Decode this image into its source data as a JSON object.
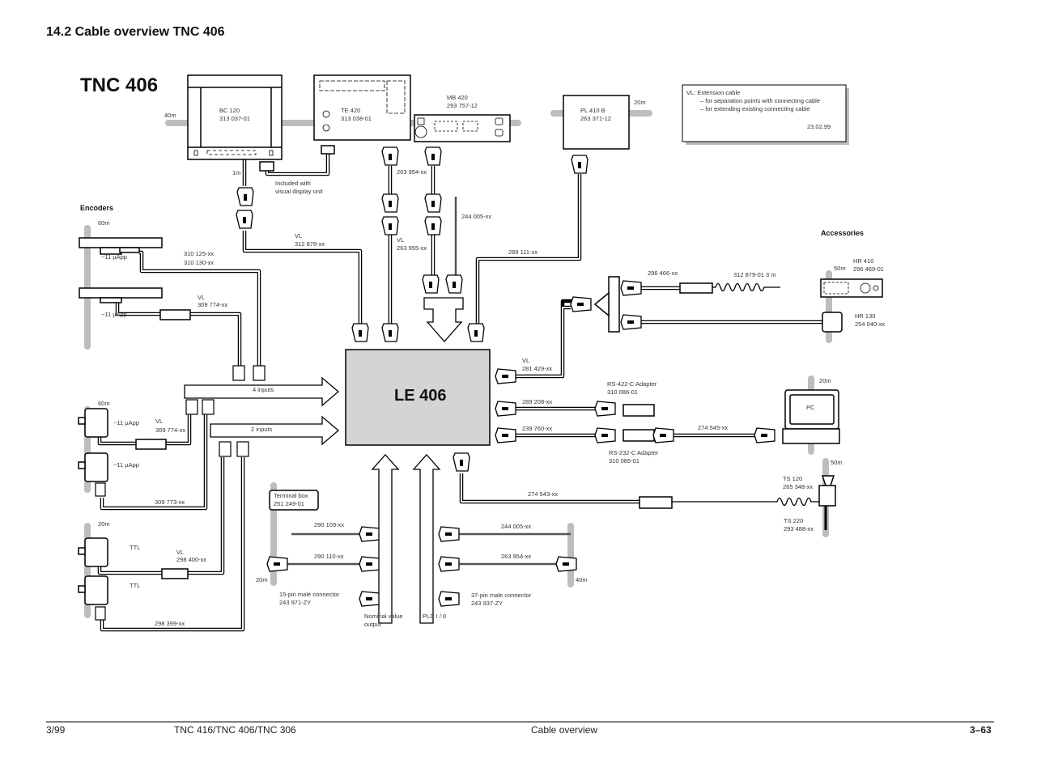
{
  "header": {
    "section": "14.2 Cable overview TNC 406",
    "title": "TNC 406"
  },
  "devices": {
    "bc120": {
      "name": "BC 120",
      "part": "313 037-01",
      "length": "40m"
    },
    "te420": {
      "name": "TE 420",
      "part": "313 038-01"
    },
    "mb420": {
      "name": "MB 420",
      "part": "293 757-12"
    },
    "pl410b": {
      "name": "PL 410 B",
      "part": "263 371-12",
      "length": "20m"
    },
    "le406": {
      "name": "LE 406"
    },
    "terminal_box": {
      "name": "Terminal box",
      "part": "251 249-01"
    },
    "pc": {
      "name": "PC",
      "length": "20m"
    },
    "hr410": {
      "name": "HR 410",
      "part": "296 469-01",
      "length": "50m"
    },
    "hr130": {
      "name": "HR 130",
      "part": "254 040-xx"
    },
    "ts120": {
      "name": "TS 120",
      "part": "265 348-xx",
      "length": "50m"
    },
    "ts220": {
      "name": "TS 220",
      "part": "293 488-xx"
    }
  },
  "note": {
    "line1": "VL: Extension cable",
    "line2": "– for separation points with connecting cable",
    "line3": "– for extending existing connecting cable",
    "date": "23.02.99"
  },
  "sections": {
    "encoders": "Encoders",
    "accessories": "Accessories"
  },
  "cables": {
    "one_m": "1m",
    "included1": "Included with",
    "included2": "visual display unit",
    "vl": "VL",
    "c312878": "312 878-xx",
    "c263954a": "263 954-xx",
    "c263955": "263 955-xx",
    "c244005a": "244 005-xx",
    "c289111": "289 111-xx",
    "c310125": "310 125-xx",
    "c310130": "310 130-xx",
    "c309774": "309 774-xx",
    "c309773": "309 773-xx",
    "c298400": "298 400-xx",
    "c298399": "298 399-xx",
    "c290109": "290 109-xx",
    "c290110": "290 110-xx",
    "c244005b": "244 005-xx",
    "c263954b": "263 954-xx",
    "c281429": "281 429-xx",
    "c289208": "289 208-xx",
    "c239760": "239 760-xx",
    "c274545": "274 545-xx",
    "c274543": "274 543-xx",
    "c296466": "296 466-xx",
    "c312879": "312 879-01  3 m",
    "rs422": "RS-422-C Adapter",
    "rs422_part": "310 086-01",
    "rs232": "RS-232-C Adapter",
    "rs232_part": "310 085-01",
    "pin15": "15-pin male connector",
    "pin15_part": "243 971-ZY",
    "pin37": "37-pin male connector",
    "pin37_part": "243 937-ZY"
  },
  "encoders": {
    "len60a": "60m",
    "len60b": "60m",
    "len20": "20m",
    "sig1": "~11 µApp",
    "sig2": "~11 µApp",
    "sig3": "~11 µApp",
    "sig4": "~11 µApp",
    "ttl1": "TTL",
    "ttl2": "TTL"
  },
  "inputs": {
    "four": "4 inputs",
    "two": "2 inputs"
  },
  "outputs": {
    "nominal1": "Nominal value",
    "nominal2": "output",
    "plc": "PLC  I / 0"
  },
  "lengths": {
    "tb20": "20m",
    "r40": "40m"
  },
  "footer": {
    "date": "3/99",
    "models": "TNC 416/TNC 406/TNC 306",
    "chapter": "Cable overview",
    "page": "3–63"
  }
}
